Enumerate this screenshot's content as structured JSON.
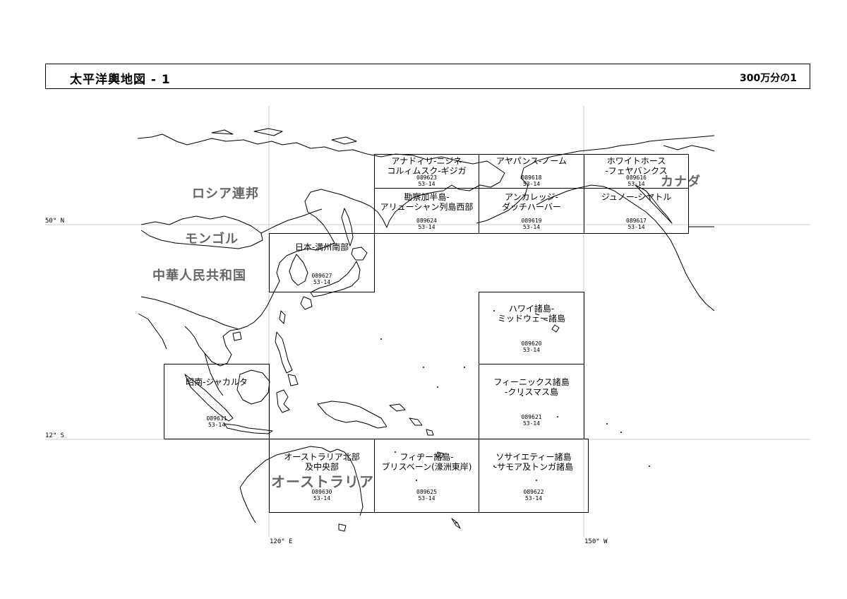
{
  "header": {
    "title": "太平洋輿地図 - 1",
    "scale": "300万分の1"
  },
  "coords": {
    "lat_50n": "50° N",
    "lat_12s": "12° S",
    "lon_120e": "120° E",
    "lon_150w": "150° W"
  },
  "countries": {
    "russia": "ロシア連邦",
    "mongolia": "モンゴル",
    "china": "中華人民共和国",
    "canada": "カナダ",
    "australia": "オーストラリア"
  },
  "sheets": [
    {
      "id": "089623",
      "name": "アナドィリ-ニジネ\nコルィムスク-ギジガ",
      "code": "089623\n53-14"
    },
    {
      "id": "089618",
      "name": "アヤパンス-ノーム",
      "code": "089618\n53-14"
    },
    {
      "id": "089616",
      "name": "ホワイトホース\n-フェヤバンクス",
      "code": "089616\n53-14"
    },
    {
      "id": "089624",
      "name": "勘察加半島-\nアリューシャン列島西部",
      "code": "089624\n53-14"
    },
    {
      "id": "089619",
      "name": "アンカレッジ-\nダッチハーバー",
      "code": "089619\n53-14"
    },
    {
      "id": "089617",
      "name": "ジュノー-シヤトル",
      "code": "089617\n53-14"
    },
    {
      "id": "089627",
      "name": "日本-満州南部",
      "code": "089627\n53-14"
    },
    {
      "id": "089620",
      "name": "ハワイ諸島-\nミッドウェー諸島",
      "code": "089620\n53-14"
    },
    {
      "id": "089631",
      "name": "昭南-ジャカルタ",
      "code": "089631\n53-14"
    },
    {
      "id": "089621",
      "name": "フィーニックス諸島\n-クリスマス島",
      "code": "089621\n53-14"
    },
    {
      "id": "089630",
      "name": "オーストラリア北部\n及中央部",
      "code": "089630\n53-14"
    },
    {
      "id": "089625",
      "name": "フィヂー諸島-\nブリスベーン(濠洲東岸)",
      "code": "089625\n53-14"
    },
    {
      "id": "089622",
      "name": "ソサイエティー諸島\n-サモア及トンガ諸島",
      "code": "089622\n53-14"
    }
  ],
  "colors": {
    "line": "#000000",
    "country_label": "#666666",
    "grid": "#bbbbbb"
  }
}
